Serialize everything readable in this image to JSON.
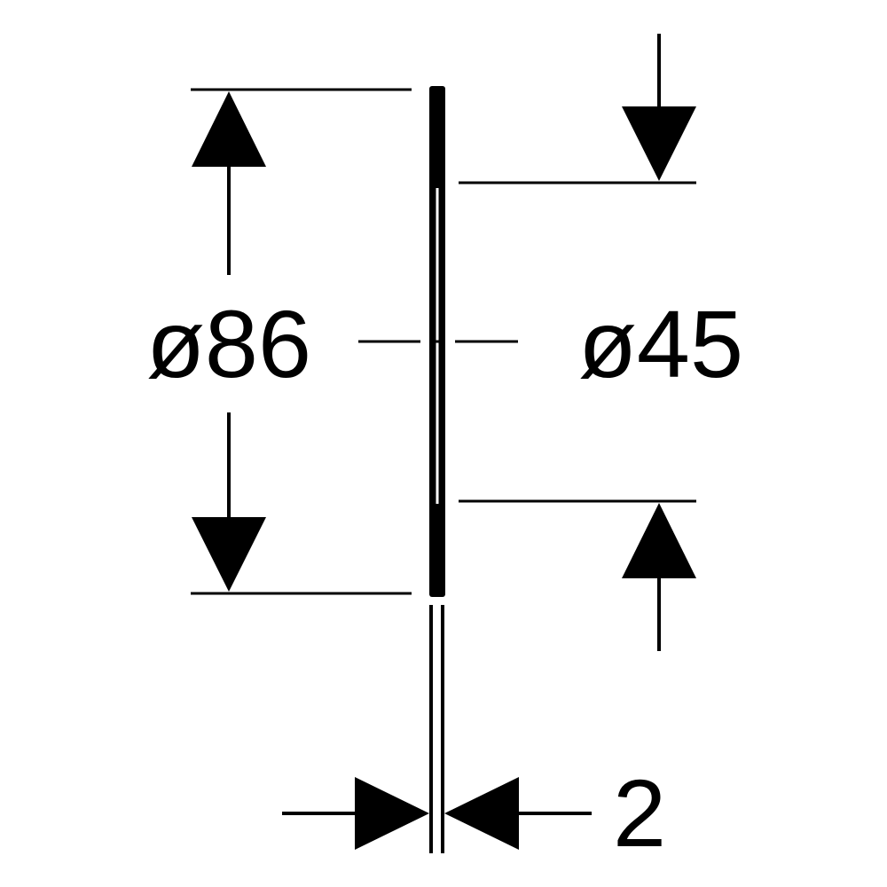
{
  "drawing": {
    "outer_diameter_label": "ø86",
    "inner_diameter_label": "ø45",
    "thickness_label": "2"
  },
  "colors": {
    "line": "#000000",
    "background": "#ffffff"
  }
}
